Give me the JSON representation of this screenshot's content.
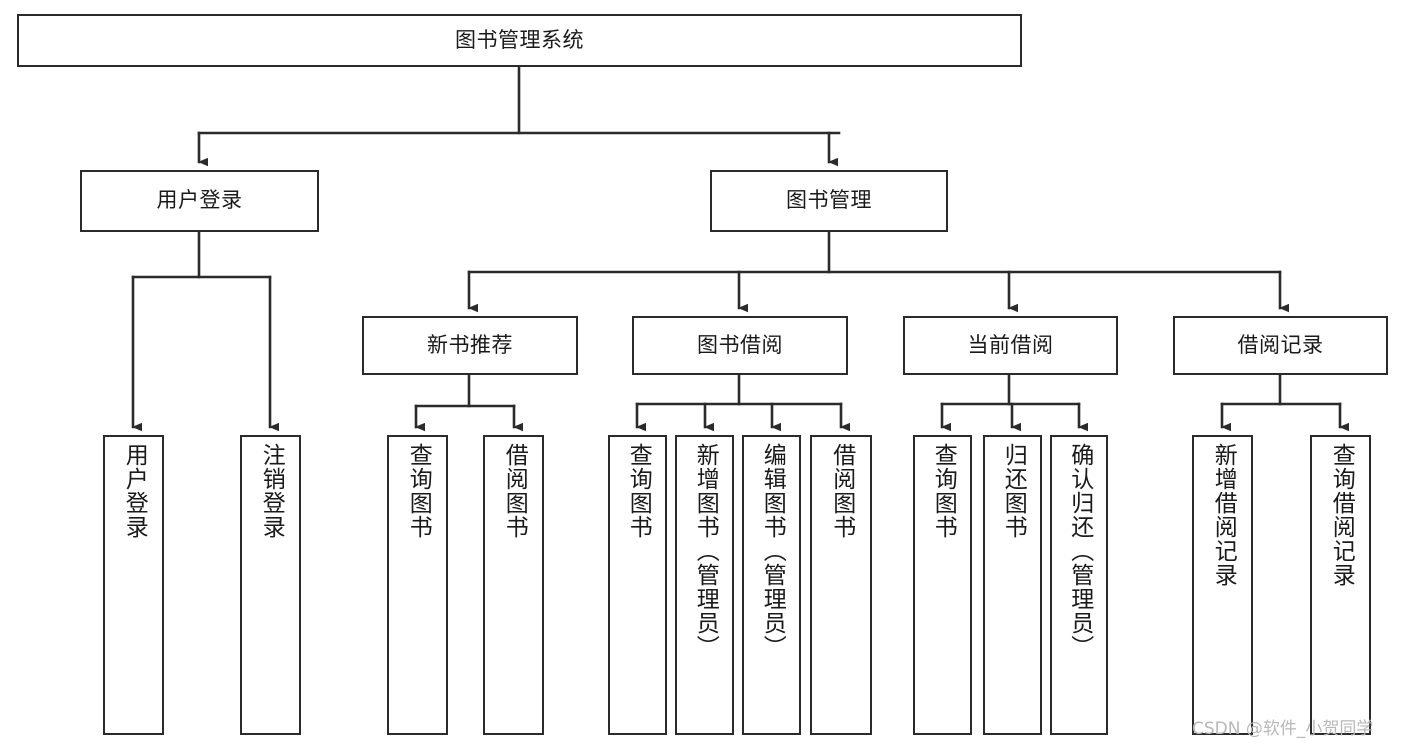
{
  "diagram": {
    "title": "图书管理系统",
    "type": "functional-structure-tree",
    "watermark": "CSDN @软件_小贺同学",
    "colors": {
      "stroke": "#2b2b2b",
      "fill": "#ffffff",
      "text": "#1a1a1a",
      "watermark": "#b8b8b8"
    },
    "levels": {
      "root": {
        "label": "图书管理系统"
      },
      "level2": [
        {
          "id": "user-login",
          "label": "用户登录"
        },
        {
          "id": "book-manage",
          "label": "图书管理"
        }
      ],
      "level3": [
        {
          "id": "new-book-recommend",
          "label": "新书推荐"
        },
        {
          "id": "book-borrow",
          "label": "图书借阅"
        },
        {
          "id": "current-borrow",
          "label": "当前借阅"
        },
        {
          "id": "borrow-record",
          "label": "借阅记录"
        }
      ],
      "leaves": [
        {
          "id": "leaf-user-login",
          "label": "用户登录",
          "parent": "user-login"
        },
        {
          "id": "leaf-user-logout",
          "label": "注销登录",
          "parent": "user-login"
        },
        {
          "id": "leaf-query-book-1",
          "label": "查询图书",
          "parent": "new-book-recommend"
        },
        {
          "id": "leaf-borrow-book-1",
          "label": "借阅图书",
          "parent": "new-book-recommend"
        },
        {
          "id": "leaf-query-book-2",
          "label": "查询图书",
          "parent": "book-borrow"
        },
        {
          "id": "leaf-add-book",
          "label": "新增图书（管理员）",
          "parent": "book-borrow"
        },
        {
          "id": "leaf-edit-book",
          "label": "编辑图书（管理员）",
          "parent": "book-borrow"
        },
        {
          "id": "leaf-borrow-book-2",
          "label": "借阅图书",
          "parent": "book-borrow"
        },
        {
          "id": "leaf-query-book-3",
          "label": "查询图书",
          "parent": "current-borrow"
        },
        {
          "id": "leaf-return-book",
          "label": "归还图书",
          "parent": "current-borrow"
        },
        {
          "id": "leaf-confirm-return",
          "label": "确认归还（管理员）",
          "parent": "current-borrow"
        },
        {
          "id": "leaf-add-record",
          "label": "新增借阅记录",
          "parent": "borrow-record"
        },
        {
          "id": "leaf-query-record",
          "label": "查询借阅记录",
          "parent": "borrow-record"
        }
      ]
    }
  }
}
